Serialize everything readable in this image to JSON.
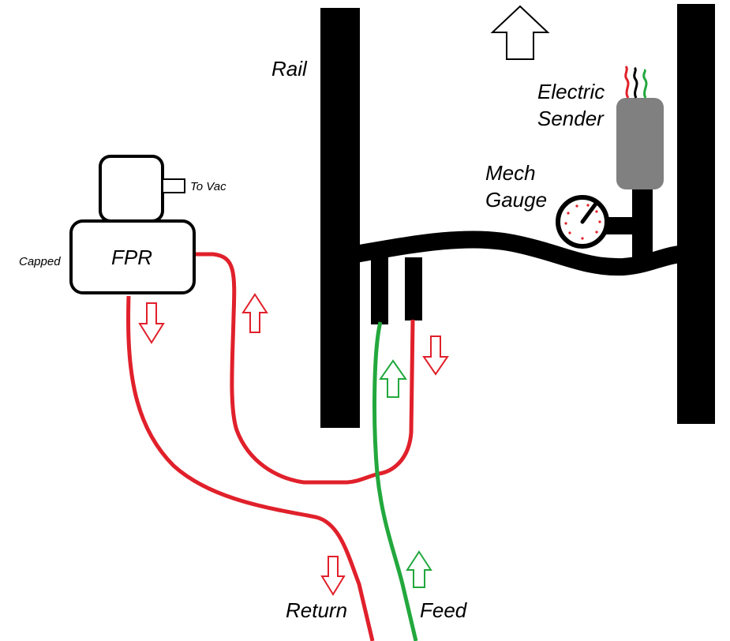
{
  "labels": {
    "rail": "Rail",
    "electric_sender_line1": "Electric",
    "electric_sender_line2": "Sender",
    "mech_gauge_line1": "Mech",
    "mech_gauge_line2": "Gauge",
    "fpr": "FPR",
    "to_vac": "To Vac",
    "capped": "Capped",
    "return": "Return",
    "feed": "Feed"
  },
  "colors": {
    "rail": "#000000",
    "return_line": "#e0202a",
    "feed_line": "#22a83c",
    "sender_body": "#808080",
    "sender_wire_red": "#e0202a",
    "sender_wire_black": "#000000",
    "sender_wire_green": "#22a83c",
    "gauge_dots": "#e0202a"
  },
  "icons": {
    "flow_arrow": "outlined-arrow-icon",
    "forward_arrow": "up-arrow-icon"
  }
}
